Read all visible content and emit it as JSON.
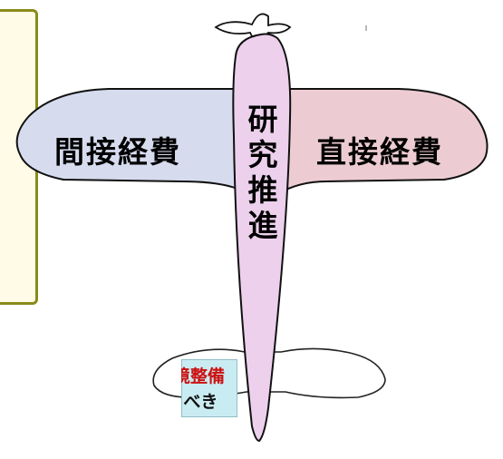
{
  "wings": {
    "left_label": "間接経費",
    "right_label": "直接経費",
    "left_color": "#d6dcee",
    "right_color": "#ecccd2"
  },
  "fuselage": {
    "chars": [
      "研",
      "究",
      "推",
      "進"
    ],
    "color": "#ecd0ec"
  },
  "callout": {
    "line1": "環境整備",
    "line2": "えるべき",
    "line1_color": "#cc1111",
    "background": "#c9ecf2"
  },
  "frame_color": "#8a8a1a"
}
